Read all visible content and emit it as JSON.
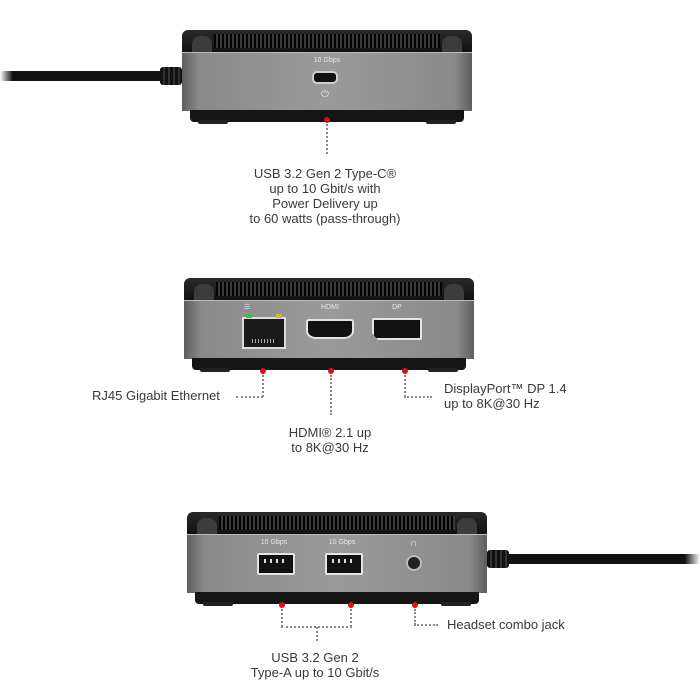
{
  "views": {
    "rear": {
      "ports": [
        {
          "type": "usb-c",
          "label": "10 Gbps",
          "sub_icon": "power-delivery-icon"
        }
      ],
      "callouts": [
        {
          "lines": [
            "USB 3.2 Gen 2 Type-C®",
            "up to 10 Gbit/s with",
            "Power Delivery up",
            "to 60 watts (pass-through)"
          ]
        }
      ]
    },
    "front_video": {
      "ports": [
        {
          "type": "rj45",
          "label": "ethernet-icon"
        },
        {
          "type": "hdmi",
          "label": "HDMI"
        },
        {
          "type": "displayport",
          "label": "DP"
        }
      ],
      "callouts": [
        {
          "text": "RJ45 Gigabit Ethernet"
        },
        {
          "lines": [
            "HDMI® 2.1 up",
            "to 8K@30 Hz"
          ]
        },
        {
          "lines": [
            "DisplayPort™ DP 1.4",
            "up to 8K@30 Hz"
          ]
        }
      ]
    },
    "front_usb": {
      "ports": [
        {
          "type": "usb-a",
          "label": "10 Gbps"
        },
        {
          "type": "usb-a",
          "label": "10 Gbps"
        },
        {
          "type": "audio-jack",
          "label": "headset-icon"
        }
      ],
      "callouts": [
        {
          "lines": [
            "USB 3.2 Gen 2",
            "Type-A up to 10 Gbit/s"
          ]
        },
        {
          "text": "Headset combo jack"
        }
      ]
    }
  },
  "colors": {
    "marker": "#d8101c",
    "text": "#3a3a3a",
    "device_face": "#9a9a9a",
    "device_top": "#1a1a1a"
  }
}
